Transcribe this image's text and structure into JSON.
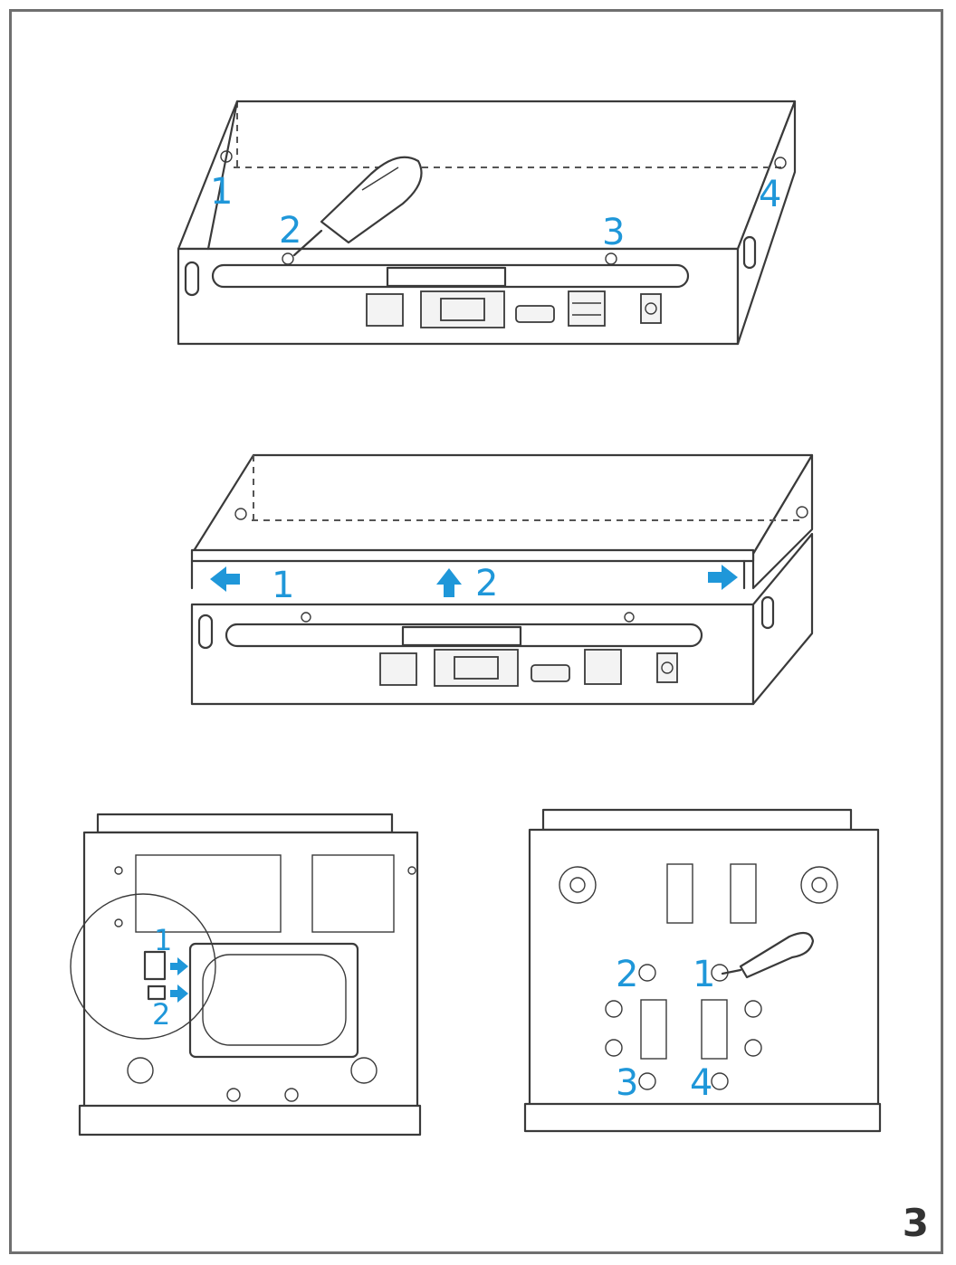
{
  "page_number": "3",
  "colors": {
    "label": "#1f97d9",
    "line": "#3a3a3a",
    "frame": "#6f6f6f"
  },
  "step1": {
    "screw_labels": [
      "1",
      "2",
      "3",
      "4"
    ],
    "icon": "screwdriver-icon"
  },
  "step2": {
    "slide_labels": [
      "1",
      "2"
    ],
    "icons": [
      "arrow-left-icon",
      "arrow-up-icon",
      "arrow-right-icon"
    ]
  },
  "step3": {
    "connector_labels": [
      "1",
      "2"
    ],
    "icons": [
      "arrow-right-icon",
      "arrow-right-icon"
    ]
  },
  "step4": {
    "screw_labels": [
      "1",
      "2",
      "3",
      "4"
    ],
    "icon": "screwdriver-icon"
  }
}
